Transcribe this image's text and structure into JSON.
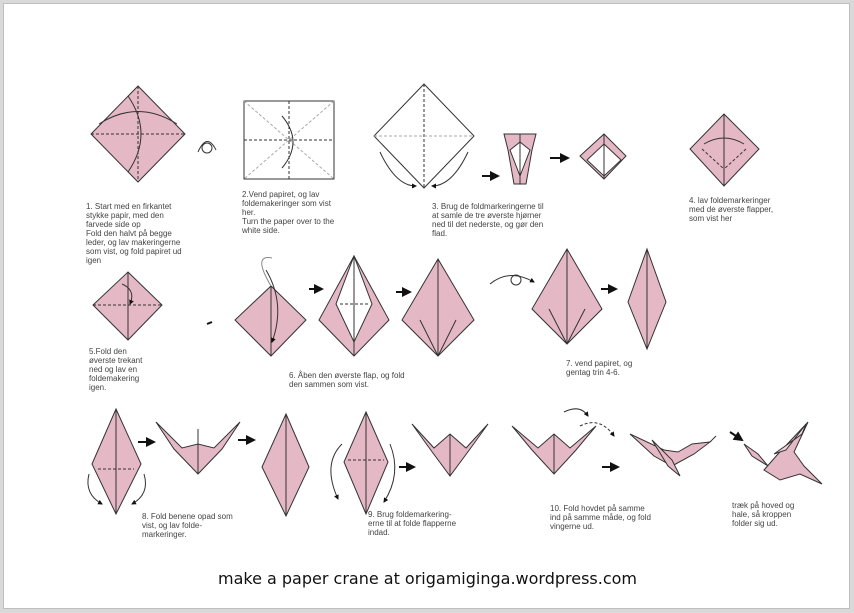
{
  "colors": {
    "paper": "#e5b8c6",
    "line": "#333333",
    "arrow": "#111111"
  },
  "captions": {
    "step1": "1. Start med en firkantet\nstykke papir, med den\nfarvede side op\nFold den halvt på begge\nleder, og lav makeringerne\nsom vist, og fold papiret ud\nigen",
    "step2": "2.Vend papiret, og lav\nfoldemakeringer  som vist\nher.\nTurn the paper over to the\nwhite side.",
    "step3": "3.  Brug de foldmarkeringerne til\nat samle de tre øverste hjørner\nned til det nederste, og gør den\nflad.",
    "step4": "4. lav foldemarkeringer\nmed de øverste flapper,\nsom vist her",
    "step5": "5.Fold den\nøverste trekant\nned og lav en\nfoldemakering\nigen.",
    "step6": "6. Åben den øverste  flap, og fold\nden sammen som vist.",
    "step7": "7.  vend papiret, og\ngentag trin 4-6.",
    "step8": "8. Fold benene opad som\nvist, og lav folde-\nmarkeringer.",
    "step9": "9. Brug foldemarkering-\nerne til at folde flapperne\nindad.",
    "step10": "10. Fold hovdet på samme\nind på samme måde, og fold\nvingerne ud.",
    "step11": "træk på hoved og\nhale, så kroppen\nfolder sig ud."
  },
  "footer": {
    "text": "make a paper crane at origamiginga.wordpress.com"
  }
}
